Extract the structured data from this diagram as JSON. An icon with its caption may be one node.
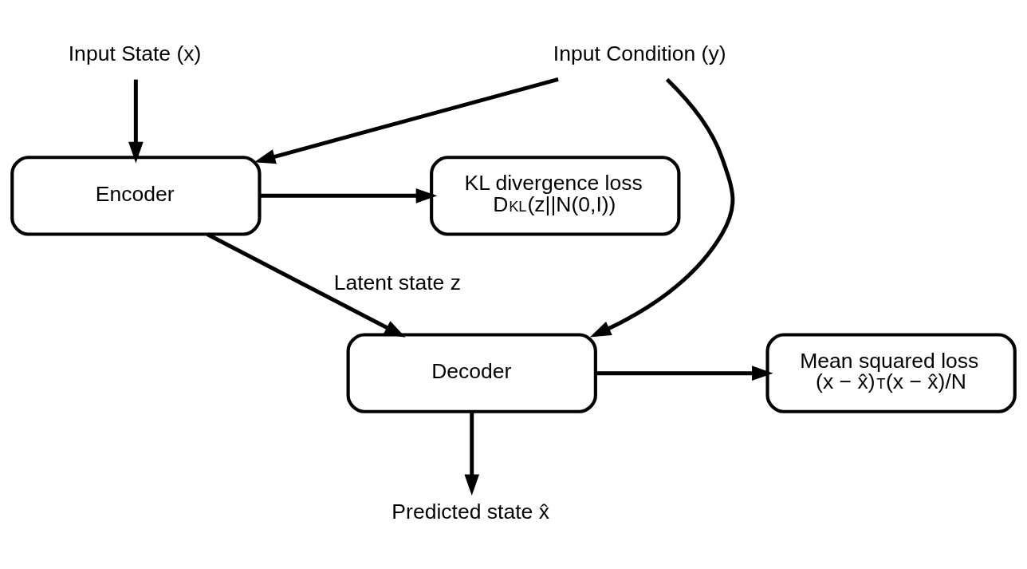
{
  "diagram": {
    "nodes": [
      {
        "text": [
          "Input Condition (y)"
        ]
      },
      {
        "text": [
          "Input State (x)"
        ]
      },
      {
        "text": [
          "Encoder"
        ]
      },
      {
        "text": [
          "KL divergence loss",
          "D$_{KL}$(z||N(0,I))"
        ]
      },
      {
        "text": [
          "Decoder"
        ]
      },
      {
        "text": [
          "Mean squared loss",
          "(x − x̂)$^{T}$(x − x̂)/N"
        ]
      },
      {
        "text": [
          "Predicted state x̂"
        ]
      }
    ],
    "edges": [
      {
        "from": 0,
        "to": 2,
        "arrow": "to"
      },
      {
        "from": 0,
        "to": 4,
        "arrow": "to"
      },
      {
        "from": 1,
        "to": 2,
        "arrow": "to"
      },
      {
        "from": 2,
        "to": 3,
        "arrow": "to"
      },
      {
        "from": 2,
        "to": 4,
        "arrow": "to",
        "label": "Latent state z"
      },
      {
        "from": 4,
        "to": 5,
        "arrow": "to"
      },
      {
        "from": 4,
        "to": 6,
        "arrow": "to"
      }
    ]
  }
}
